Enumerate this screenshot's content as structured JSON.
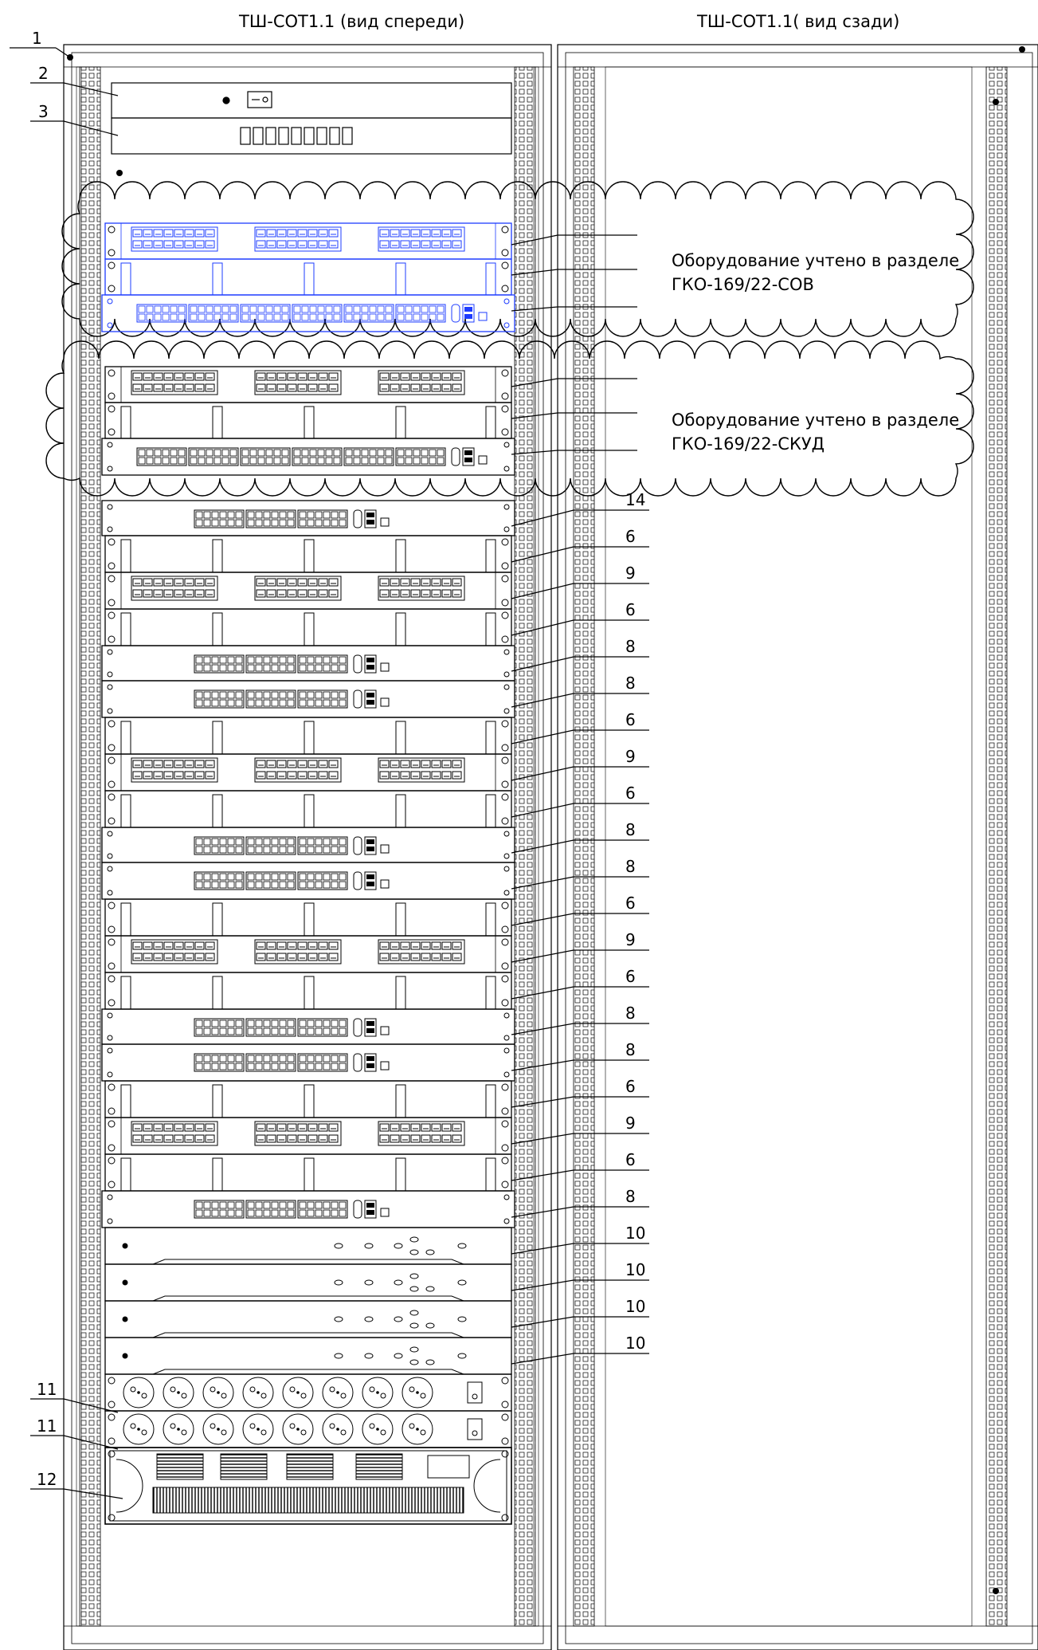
{
  "titles": {
    "front": "ТШ-СОТ1.1 (вид спереди)",
    "rear": "ТШ-СОТ1.1( вид сзади)"
  },
  "notes": {
    "cow_line1": "Оборудование учтено в разделе",
    "cow_line2": "ГКО-169/22-СОВ",
    "skud_line1": "Оборудование учтено в разделе",
    "skud_line2": "ГКО-169/22-СКУД"
  },
  "left_callouts": [
    "1",
    "2",
    "3",
    "11",
    "11",
    "12"
  ],
  "right_callouts": [
    "14",
    "6",
    "9",
    "6",
    "8",
    "8",
    "6",
    "9",
    "6",
    "8",
    "8",
    "6",
    "9",
    "6",
    "8",
    "8",
    "6",
    "9",
    "6",
    "8",
    "10",
    "10",
    "10",
    "10"
  ],
  "colors": {
    "line": "#000000",
    "cloud_blue_equipment": "#1e3cff",
    "background": "#ffffff"
  }
}
